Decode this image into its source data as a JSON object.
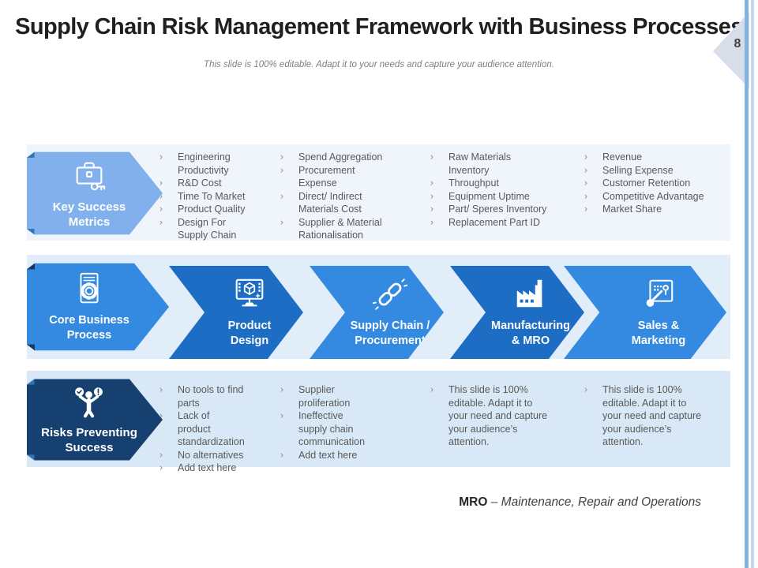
{
  "slide": {
    "title": "Supply Chain Risk Management Framework with Business Processes",
    "subtitle": "This slide is 100% editable. Adapt it to your needs and capture your audience attention.",
    "page_number": "8",
    "footnote": {
      "term": "MRO",
      "definition": "– Maintenance, Repair and Operations"
    }
  },
  "ui": {
    "bullet_char": "›"
  },
  "colors": {
    "ribbon-light": "#82B0EC",
    "ribbon-light-fold": "#2E75B6",
    "chevron-light": "#338AE0",
    "chevron-dark": "#1D6DC4",
    "chevron-fold": "#17375E",
    "ribbon-navy": "#16406F",
    "ribbon-navy-fold": "#2E75B6",
    "band1-bg": "#F0F5FB",
    "band2-bg": "#E1EDF9",
    "band3-bg": "#D9E8F6",
    "strip-blue": "#82B1E2",
    "strip-blue-light": "#BFD9F0",
    "tab-gray": "#D8DEE8",
    "text-body": "#595959",
    "bullet-gray": "#8A8A8A"
  },
  "bands": {
    "metrics": {
      "label": "Key Success\nMetrics",
      "icon": "briefcase-key-icon",
      "columns": [
        [
          "Engineering Productivity",
          "R&D Cost",
          "Time To Market",
          "Product Quality",
          "Design For Supply Chain"
        ],
        [
          "Spend Aggregation",
          "Procurement Expense",
          "Direct/ Indirect Materials Cost",
          "Supplier & Material Rationalisation"
        ],
        [
          "Raw Materials Inventory",
          "Throughput",
          "Equipment Uptime",
          "Part/ Speres Inventory",
          "Replacement Part ID"
        ],
        [
          "Revenue",
          "Selling Expense",
          "Customer Retention",
          "Competitive Advantage",
          "Market Share"
        ]
      ]
    },
    "process": {
      "steps": [
        {
          "label": "Core Business\nProcess",
          "icon": "document-gear-icon"
        },
        {
          "label": "Product\nDesign",
          "icon": "monitor-cube-icon"
        },
        {
          "label": "Supply Chain /\nProcurement",
          "icon": "chain-link-icon"
        },
        {
          "label": "Manufacturing\n& MRO",
          "icon": "factory-icon"
        },
        {
          "label": "Sales &\nMarketing",
          "icon": "sales-map-icon"
        }
      ]
    },
    "risks": {
      "label": "Risks Preventing\nSuccess",
      "icon": "person-alert-icon",
      "columns": [
        [
          "No tools to find parts",
          "Lack of product standardization",
          "No alternatives",
          "Add text here"
        ],
        [
          "Supplier proliferation",
          "Ineffective supply chain communication",
          "Add text here"
        ],
        [
          "This slide is 100% editable. Adapt it to your need and capture your audience’s attention."
        ],
        [
          "This slide is 100% editable. Adapt it to your need and capture your audience’s attention."
        ]
      ]
    }
  }
}
